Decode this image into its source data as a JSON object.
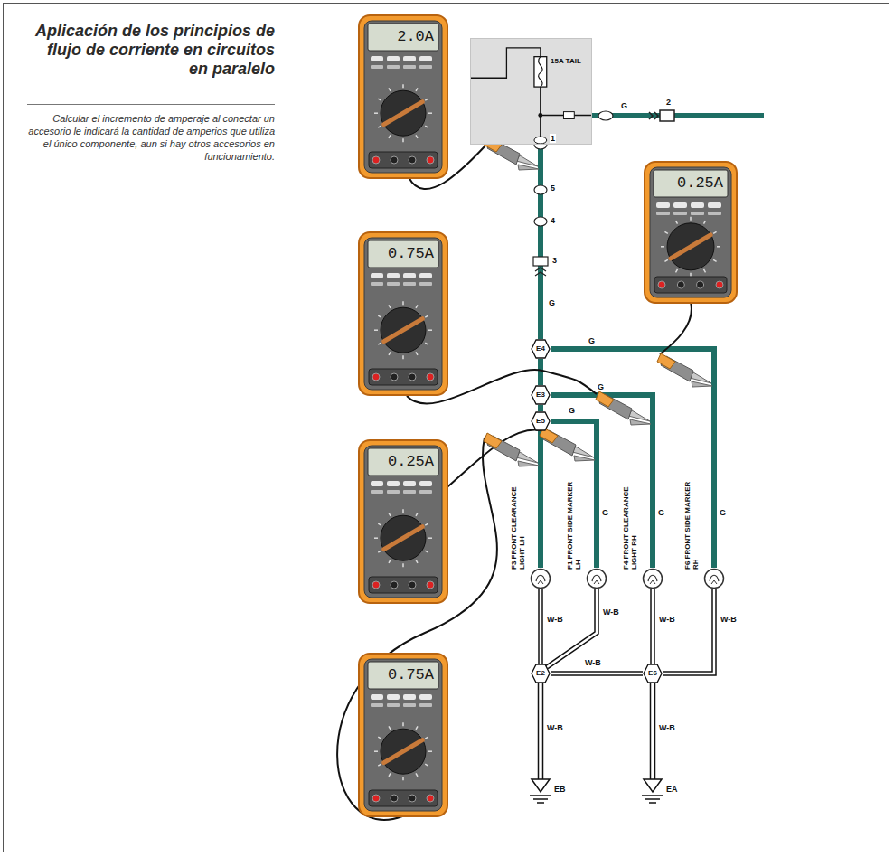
{
  "diagram": {
    "title": "Aplicación de los principios de flujo de corriente en circuitos en paralelo",
    "caption": "Calcular el incremento de amperaje al conectar un accesorio le indicará la cantidad de amperios que utiliza el único componente, aun si hay otros accesorios en funcionamiento.",
    "nodes": [
      {
        "text": [
          "2.0A"
        ]
      },
      {
        "text": [
          "15A TAIL"
        ]
      },
      {
        "text": [
          "0.25A"
        ]
      },
      {
        "text": [
          "0.75A"
        ]
      },
      {
        "text": [
          "E4"
        ]
      },
      {
        "text": [
          "E3"
        ]
      },
      {
        "text": [
          "E5"
        ]
      },
      {
        "text": [
          "0.25A"
        ]
      },
      {
        "text": [
          "F3 FRONT CLEARANCE LIGHT LH"
        ]
      },
      {
        "text": [
          "F1 FRONT SIDE MARKER LH"
        ]
      },
      {
        "text": [
          "F4 FRONT CLEARANCE LIGHT RH"
        ]
      },
      {
        "text": [
          "F6 FRONT SIDE MARKER RH"
        ]
      },
      {
        "text": [
          "0.75A"
        ]
      },
      {
        "text": [
          "E2"
        ]
      },
      {
        "text": [
          "E6"
        ]
      }
    ],
    "edges": [
      {
        "from": 1,
        "to": 4,
        "arrow": "none"
      },
      {
        "from": 4,
        "to": 5,
        "arrow": "none"
      },
      {
        "from": 5,
        "to": 6,
        "arrow": "none"
      },
      {
        "from": 6,
        "to": 8,
        "arrow": "none"
      },
      {
        "from": 6,
        "to": 9,
        "arrow": "none"
      },
      {
        "from": 5,
        "to": 10,
        "arrow": "none"
      },
      {
        "from": 4,
        "to": 11,
        "arrow": "none"
      },
      {
        "from": 8,
        "to": 13,
        "arrow": "none"
      },
      {
        "from": 9,
        "to": 13,
        "arrow": "none"
      },
      {
        "from": 10,
        "to": 14,
        "arrow": "none"
      },
      {
        "from": 11,
        "to": 14,
        "arrow": "none"
      },
      {
        "from": 13,
        "to": 14,
        "arrow": "none"
      }
    ],
    "labels": [
      "G",
      "2",
      "1",
      "5",
      "4",
      "3",
      "G",
      "G",
      "G",
      "G",
      "G",
      "G",
      "G",
      "W-B",
      "W-B",
      "W-B",
      "W-B",
      "W-B",
      "W-B",
      "W-B",
      "EB",
      "EA"
    ]
  }
}
